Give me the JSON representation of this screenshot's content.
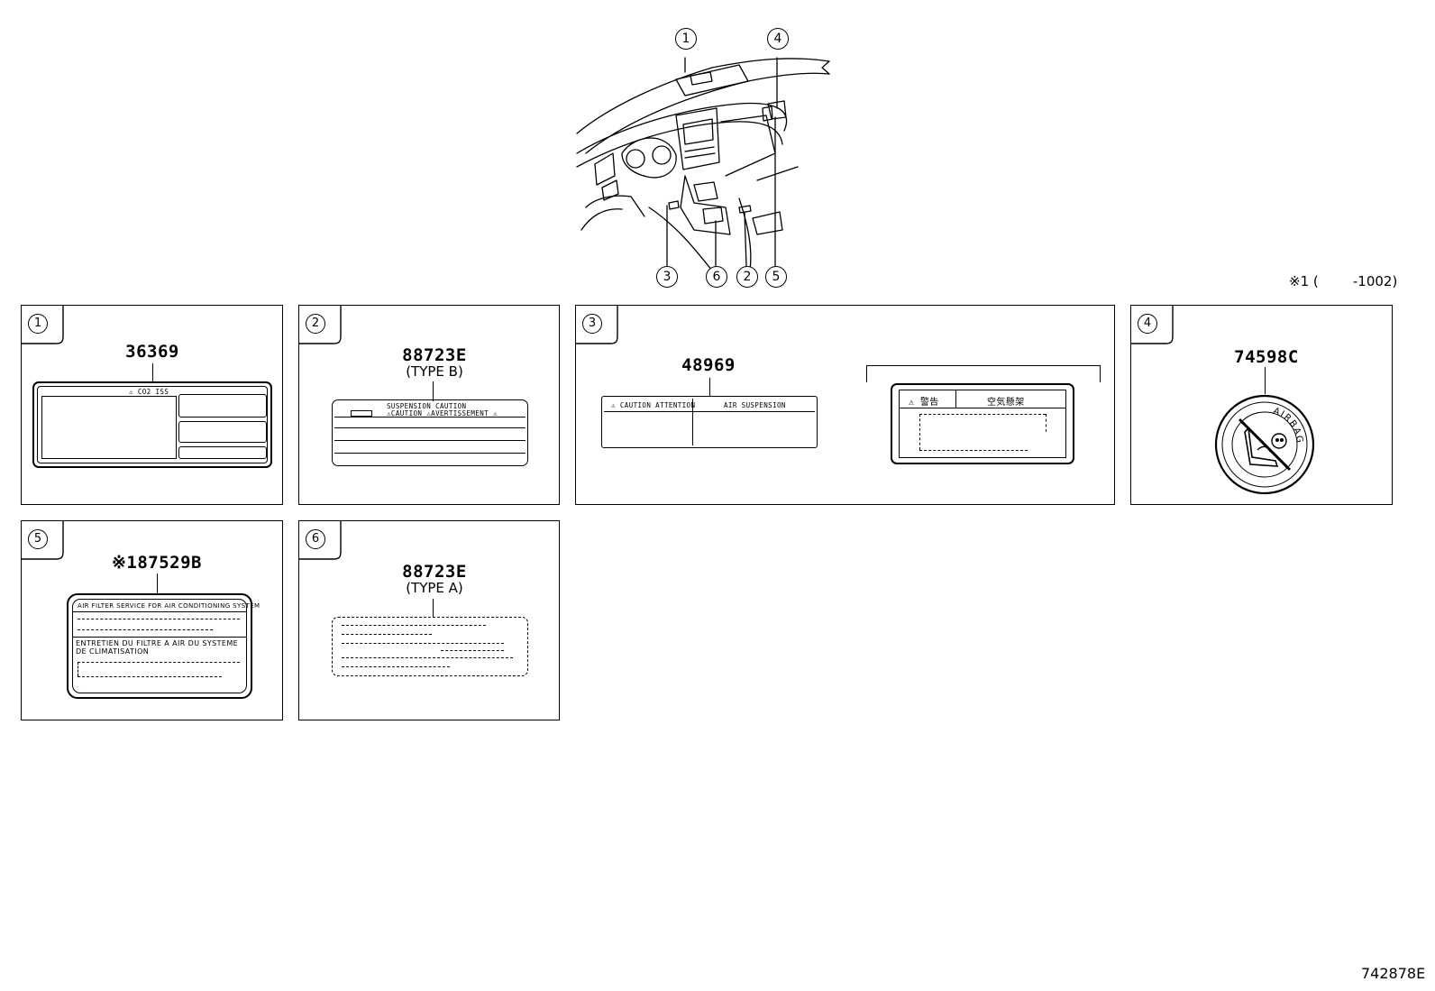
{
  "overview": {
    "callouts": [
      "1",
      "4",
      "3",
      "6",
      "2",
      "5"
    ]
  },
  "note": "※1 (        -1002)",
  "figure_id": "742878E",
  "panels": [
    {
      "num": "1",
      "part": "36369",
      "type": ""
    },
    {
      "num": "2",
      "part": "88723E",
      "type": "(TYPE B)"
    },
    {
      "num": "3",
      "part": "48969",
      "type": ""
    },
    {
      "num": "4",
      "part": "74598C",
      "type": ""
    },
    {
      "num": "5",
      "part": "※187529B",
      "type": ""
    },
    {
      "num": "6",
      "part": "88723E",
      "type": "(TYPE A)"
    }
  ],
  "labels": {
    "p1_header": "⚠ CO2 ISS",
    "p2_header": "SUSPENSION CAUTION",
    "p2_row1": "⚠CAUTION   ⚠AVERTISSEMENT ⚠",
    "p3_left_a": "⚠ CAUTION  ATTENTION",
    "p3_left_b": "AIR SUSPENSION",
    "p3_right_a": "⚠ 警告",
    "p3_right_b": "空気懸架",
    "p4_ring": "AIRBAG",
    "p5_title": "AIR FILTER SERVICE FOR AIR CONDITIONING SYSTEM",
    "p5_title2a": "ENTRETIEN DU FILTRE A AIR DU SYSTEME",
    "p5_title2b": "DE CLIMATISATION"
  }
}
